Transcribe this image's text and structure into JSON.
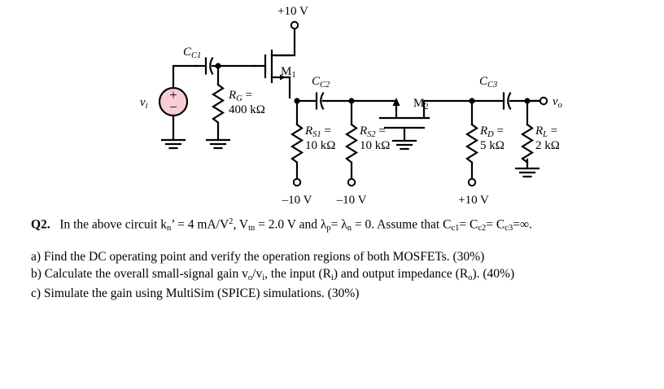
{
  "figure": {
    "title": "two-stage MOSFET amplifier circuit",
    "source": {
      "name": "vi",
      "label": "v",
      "sub": "i",
      "polarity_plus": "+",
      "polarity_minus": "−",
      "fill": "#F9CDD5"
    },
    "capacitors": [
      {
        "id": "CC1",
        "label": "C",
        "sub": "C1"
      },
      {
        "id": "CC2",
        "label": "C",
        "sub": "C2"
      },
      {
        "id": "CC3",
        "label": "C",
        "sub": "C3"
      }
    ],
    "resistors": [
      {
        "id": "RG",
        "label": "R",
        "sub": "G",
        "eq": " =",
        "value": "400 kΩ"
      },
      {
        "id": "RS1",
        "label": "R",
        "sub": "S1",
        "eq": " =",
        "value": "10 kΩ"
      },
      {
        "id": "RS2",
        "label": "R",
        "sub": "S2",
        "eq": " =",
        "value": "10 kΩ"
      },
      {
        "id": "RD",
        "label": "R",
        "sub": "D",
        "eq": " =",
        "value": "5 kΩ"
      },
      {
        "id": "RL",
        "label": "R",
        "sub": "L",
        "eq": " =",
        "value": "2 kΩ"
      }
    ],
    "transistors": [
      {
        "id": "M1",
        "label": "M",
        "sub": "1"
      },
      {
        "id": "M2",
        "label": "M",
        "sub": "2"
      }
    ],
    "rails": [
      {
        "id": "vdd-top",
        "text": "+10 V"
      },
      {
        "id": "vss-rs1",
        "text": "–10 V"
      },
      {
        "id": "vss-rs2",
        "text": "–10 V"
      },
      {
        "id": "vdd-rd",
        "text": "+10 V"
      }
    ],
    "output": {
      "label": "v",
      "sub": "o"
    }
  },
  "question": {
    "number": "Q2.",
    "intro_pre": "In the above circuit k",
    "intro_sub1": "n",
    "intro_mid1": "’ = 4 mA/V",
    "intro_sup": "2",
    "intro_mid2": ", V",
    "intro_sub2": "tn",
    "intro_mid3": " = 2.0 V and λ",
    "intro_sub3": "p",
    "intro_mid4": "= λ",
    "intro_sub4": "n",
    "intro_mid5": " = 0. Assume that C",
    "intro_sub5": "c1",
    "intro_mid6": "= C",
    "intro_sub6": "c2",
    "intro_mid7": "= C",
    "intro_sub7": "c3",
    "intro_end": "=∞.",
    "parts": [
      {
        "id": "a",
        "pre": "a) Find the DC operating point and verify the operation regions of both MOSFETs. (30%)"
      },
      {
        "id": "b",
        "pre": "b) Calculate the overall small-signal gain v",
        "sub1": "o",
        "mid1": "/v",
        "sub2": "i",
        "mid2": ", the input (R",
        "sub3": "i",
        "mid3": ") and output impedance (R",
        "sub4": "o",
        "post": "). (40%)"
      },
      {
        "id": "c",
        "pre": "c) Simulate the gain using MultiSim (SPICE) simulations. (30%)"
      }
    ]
  },
  "colors": {
    "wire": "#000000",
    "source_fill": "#F9CDD5",
    "background": "#FFFFFF"
  }
}
